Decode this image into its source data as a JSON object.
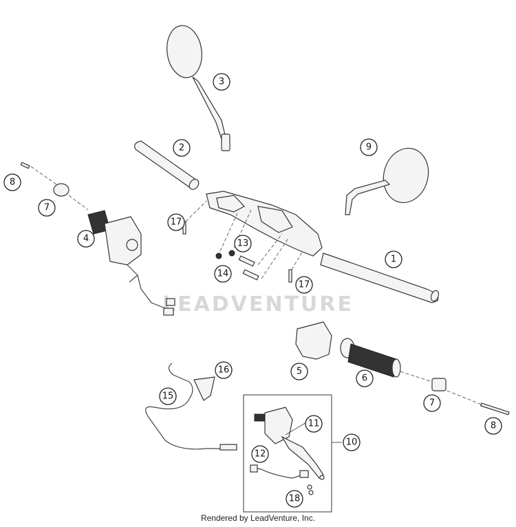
{
  "watermark": "LEADVENTURE",
  "footer": "Rendered by LeadVenture, Inc.",
  "callouts": [
    "1",
    "2",
    "3",
    "4",
    "5",
    "6",
    "7",
    "7",
    "8",
    "8",
    "9",
    "10",
    "11",
    "12",
    "13",
    "14",
    "15",
    "16",
    "17",
    "17",
    "18"
  ]
}
